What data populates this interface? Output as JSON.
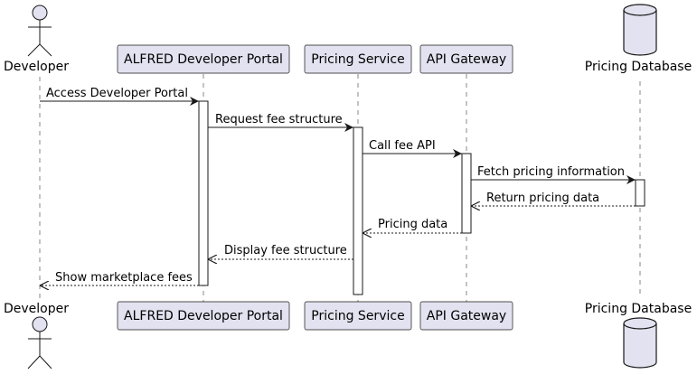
{
  "participants": {
    "developer": "Developer",
    "portal": "ALFRED Developer Portal",
    "pricing_service": "Pricing Service",
    "gateway": "API Gateway",
    "database": "Pricing Database"
  },
  "messages": [
    {
      "from": "developer",
      "to": "portal",
      "text": "Access Developer Portal",
      "kind": "sync"
    },
    {
      "from": "portal",
      "to": "pricing_service",
      "text": "Request fee structure",
      "kind": "sync"
    },
    {
      "from": "pricing_service",
      "to": "gateway",
      "text": "Call fee API",
      "kind": "sync"
    },
    {
      "from": "gateway",
      "to": "database",
      "text": "Fetch pricing information",
      "kind": "sync"
    },
    {
      "from": "database",
      "to": "gateway",
      "text": "Return pricing data",
      "kind": "return"
    },
    {
      "from": "gateway",
      "to": "pricing_service",
      "text": "Pricing data",
      "kind": "return"
    },
    {
      "from": "pricing_service",
      "to": "portal",
      "text": "Display fee structure",
      "kind": "return"
    },
    {
      "from": "portal",
      "to": "developer",
      "text": "Show marketplace fees",
      "kind": "return"
    }
  ],
  "colors": {
    "participant_fill": "#e2e2f0",
    "stroke": "#181818"
  }
}
